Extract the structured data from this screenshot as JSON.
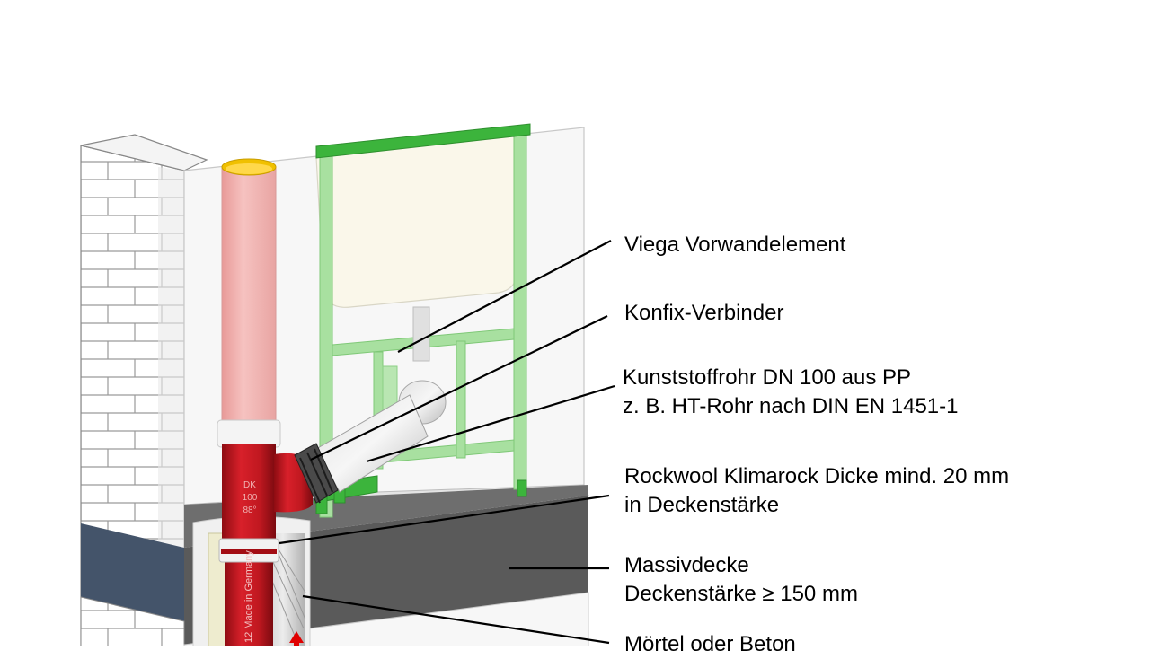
{
  "labels": {
    "frame": "Viega Vorwandelement",
    "connector": "Konfix-Verbinder",
    "pipe_line1": "Kunststoffrohr DN 100 aus PP",
    "pipe_line2": "z. B. HT-Rohr nach DIN EN 1451-1",
    "insulation_line1": "Rockwool Klimarock Dicke mind. 20 mm",
    "insulation_line2": "in Deckenstärke",
    "slab_line1": "Massivdecke",
    "slab_line2": "Deckenstärke ≥ 150 mm",
    "mortar": "Mörtel oder Beton"
  },
  "pipe_print": {
    "line1": "DK",
    "line2": "100",
    "line3": "88°",
    "vertical": "12 Made in Germany"
  },
  "colors": {
    "pipe_red": "#c8141c",
    "pipe_faded": "#f2b3b0",
    "frame_green": "#3cb43c",
    "frame_faded": "#a8e0a0",
    "slab": "#5a5a5a",
    "slab_side": "#44546a",
    "insulation": "#eeeccf",
    "pipe_rim": "#f0c000"
  }
}
